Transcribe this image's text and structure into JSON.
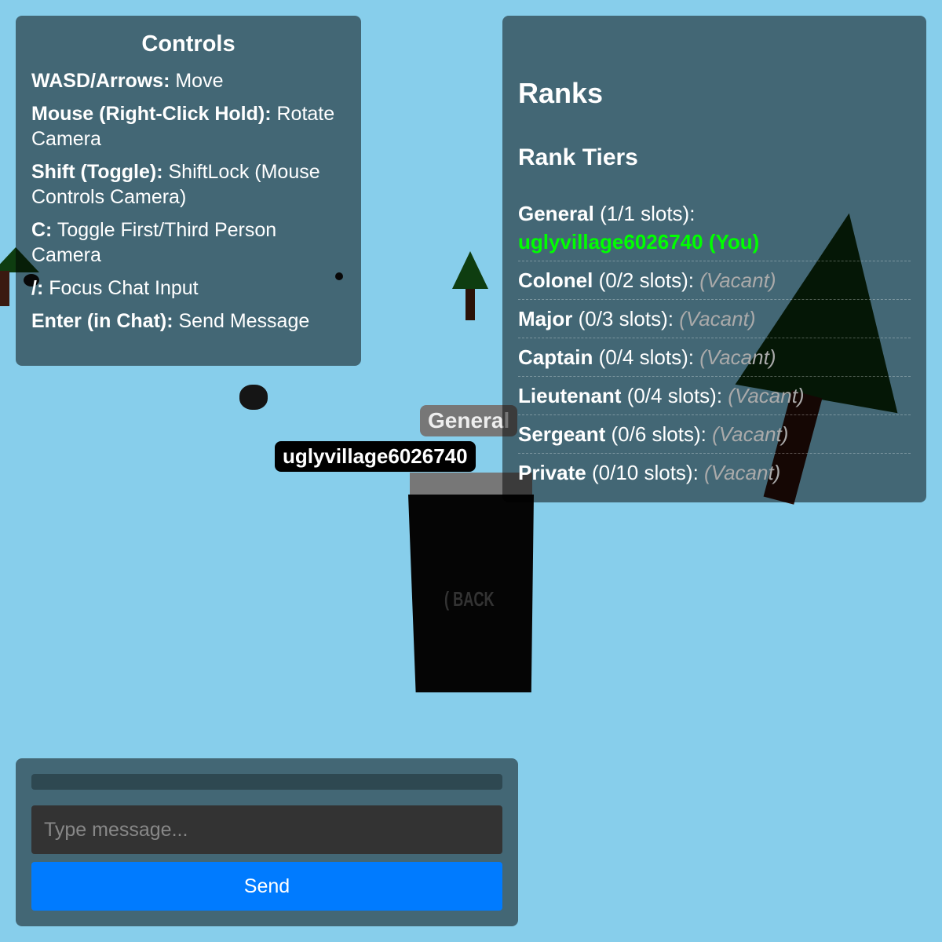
{
  "controls": {
    "title": "Controls",
    "items": [
      {
        "key": "WASD/Arrows:",
        "desc": "Move"
      },
      {
        "key": "Mouse (Right-Click Hold):",
        "desc": "Rotate Camera"
      },
      {
        "key": "Shift (Toggle):",
        "desc": "ShiftLock (Mouse Controls Camera)"
      },
      {
        "key": "C:",
        "desc": "Toggle First/Third Person Camera"
      },
      {
        "key": "/:",
        "desc": "Focus Chat Input"
      },
      {
        "key": "Enter (in Chat):",
        "desc": "Send Message"
      }
    ]
  },
  "ranks": {
    "title": "Ranks",
    "subtitle": "Rank Tiers",
    "tiers": [
      {
        "name": "General",
        "slots": "(1/1 slots):",
        "holder": "uglyvillage6026740 (You)"
      },
      {
        "name": "Colonel",
        "slots": "(0/2 slots):",
        "holder": "(Vacant)"
      },
      {
        "name": "Major",
        "slots": "(0/3 slots):",
        "holder": "(Vacant)"
      },
      {
        "name": "Captain",
        "slots": "(0/4 slots):",
        "holder": "(Vacant)"
      },
      {
        "name": "Lieutenant",
        "slots": "(0/4 slots):",
        "holder": "(Vacant)"
      },
      {
        "name": "Sergeant",
        "slots": "(0/6 slots):",
        "holder": "(Vacant)"
      },
      {
        "name": "Private",
        "slots": "(0/10 slots):",
        "holder": "(Vacant)"
      }
    ],
    "you_color": "#00ff00"
  },
  "player": {
    "rank_tag": "General",
    "name_tag": "uglyvillage6026740",
    "back_text": "( BACK"
  },
  "chat": {
    "placeholder": "Type message...",
    "value": "",
    "send_label": "Send"
  },
  "colors": {
    "sky": "#87ceeb",
    "send": "#007bff",
    "tree": "#0e3d10",
    "trunk": "#3a1a10"
  }
}
